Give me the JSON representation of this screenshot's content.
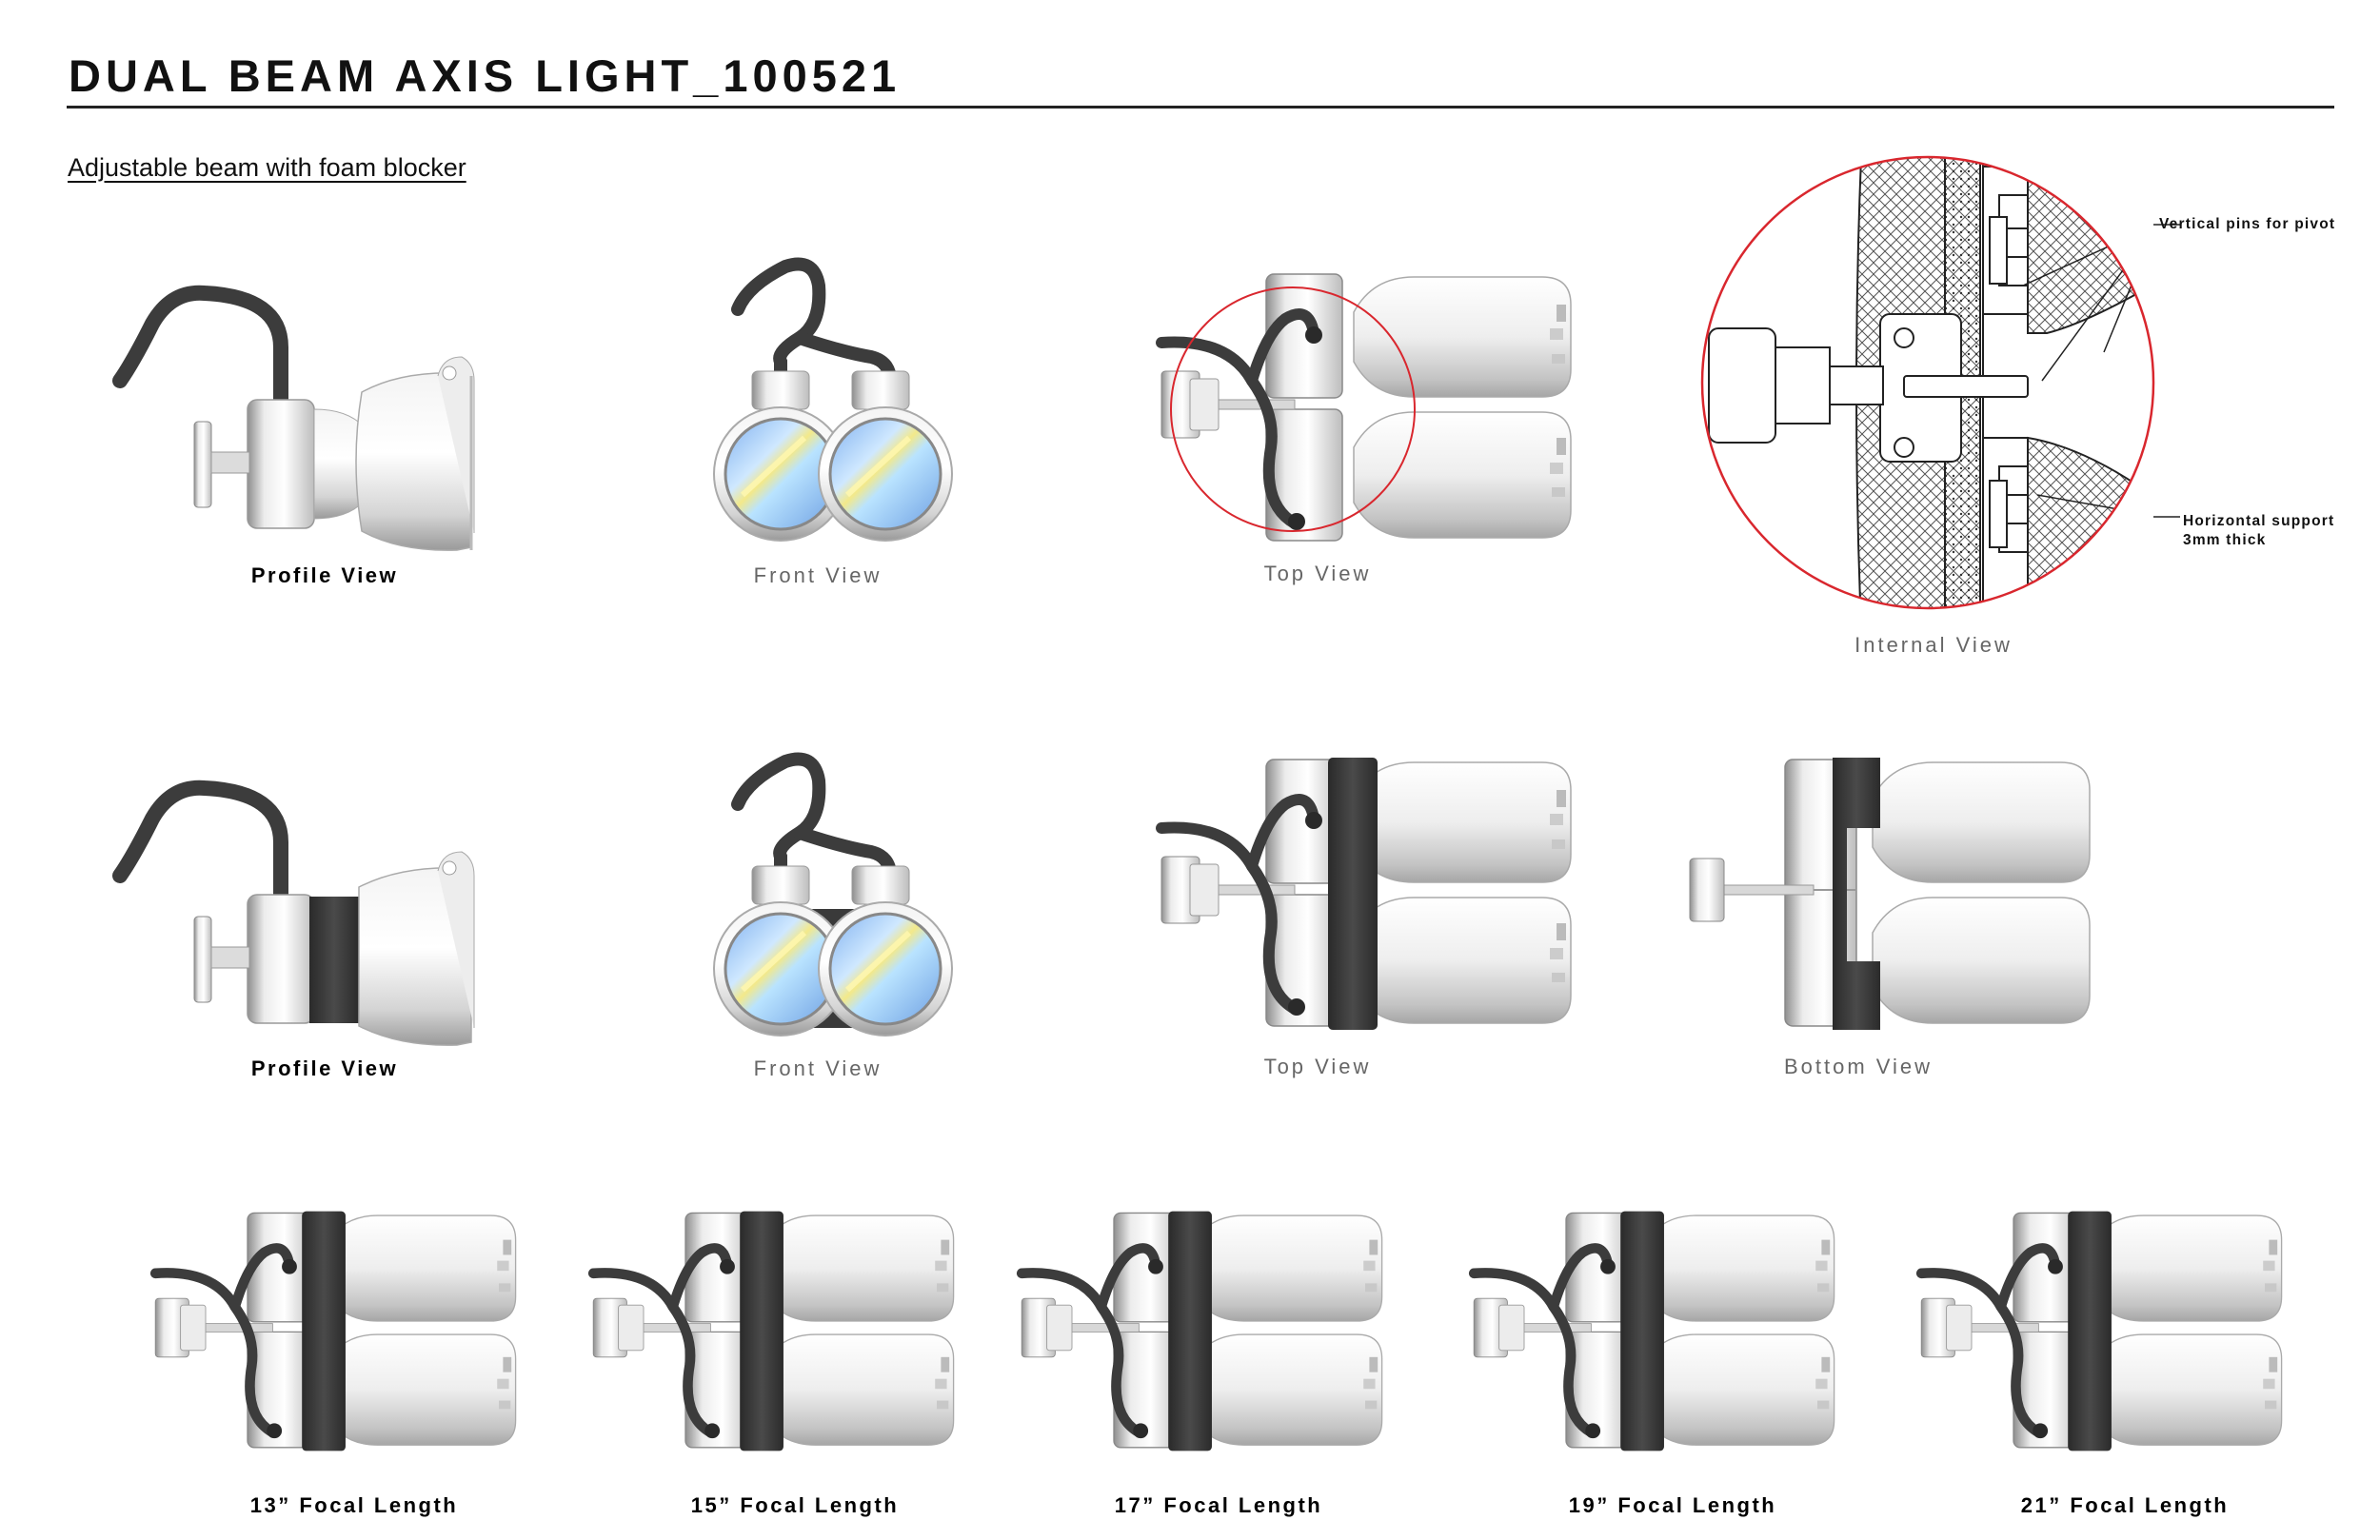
{
  "header": {
    "title": "DUAL BEAM AXIS LIGHT_100521",
    "subtitle": "Adjustable beam with foam blocker"
  },
  "row1": {
    "profile": "Profile View",
    "front": "Front View",
    "top": "Top View",
    "internal": "Internal View"
  },
  "row2": {
    "profile": "Profile View",
    "front": "Front View",
    "top": "Top View",
    "bottom": "Bottom View"
  },
  "row3": {
    "labels": [
      "13” Focal Length",
      "15” Focal Length",
      "17” Focal Length",
      "19” Focal Length",
      "21” Focal Length"
    ]
  },
  "annotations": {
    "pins": "Vertical pins for pivot",
    "support_line1": "Horizontal support",
    "support_line2": "3mm thick"
  },
  "colors": {
    "accent_red": "#d9272e",
    "foam_dark": "#3a3a3a",
    "cable": "#3c3c3c",
    "lens_blue": "#9ec6f0"
  }
}
